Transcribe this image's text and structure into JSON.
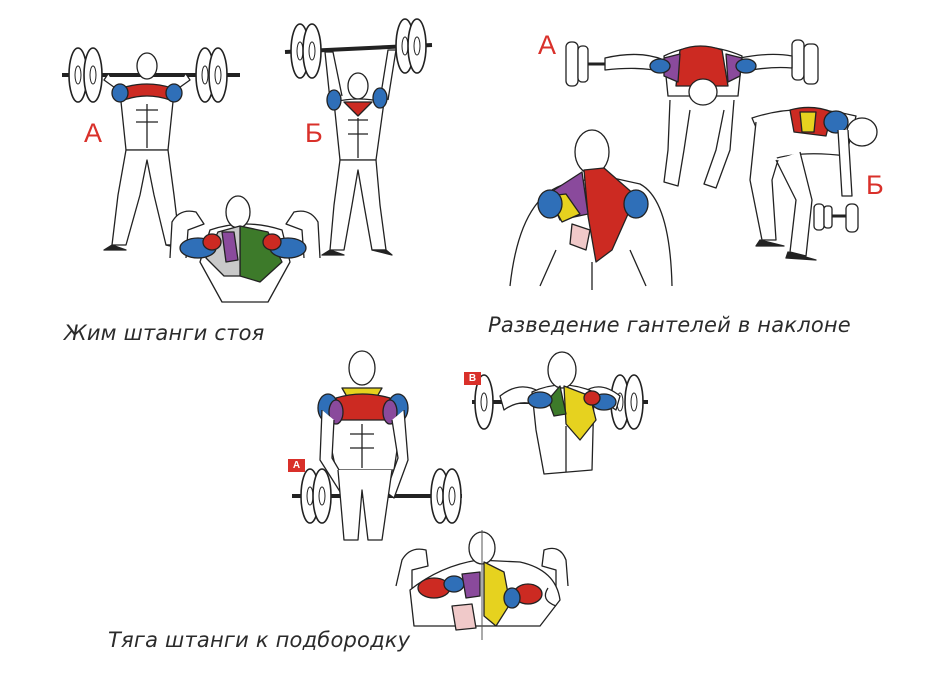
{
  "captions": {
    "press": "Жим штанги стоя",
    "raise": "Разведение гантелей в наклоне",
    "row": "Тяга штанги к подбородку"
  },
  "labels": {
    "press_a": "А",
    "press_b": "Б",
    "raise_a": "А",
    "raise_b": "Б",
    "row_a": "A",
    "row_b": "B"
  },
  "colors": {
    "deltoid_red": "#cc2a22",
    "deltoid_blue": "#2f6fb8",
    "trapezius_green": "#3d7a2a",
    "trapezius_yellow": "#e6d21f",
    "rhomboid_purple": "#8a4a9c",
    "label_red": "#d9302a"
  },
  "figures": [
    {
      "name": "standing-press-figure-a-icon"
    },
    {
      "name": "standing-press-figure-b-icon"
    },
    {
      "name": "standing-press-back-view-icon"
    },
    {
      "name": "bent-over-raise-front-figure-icon"
    },
    {
      "name": "bent-over-raise-side-figure-icon"
    },
    {
      "name": "bent-over-raise-back-view-icon"
    },
    {
      "name": "upright-row-front-figure-icon"
    },
    {
      "name": "upright-row-back-figure-icon"
    },
    {
      "name": "upright-row-back-view-icon"
    }
  ]
}
